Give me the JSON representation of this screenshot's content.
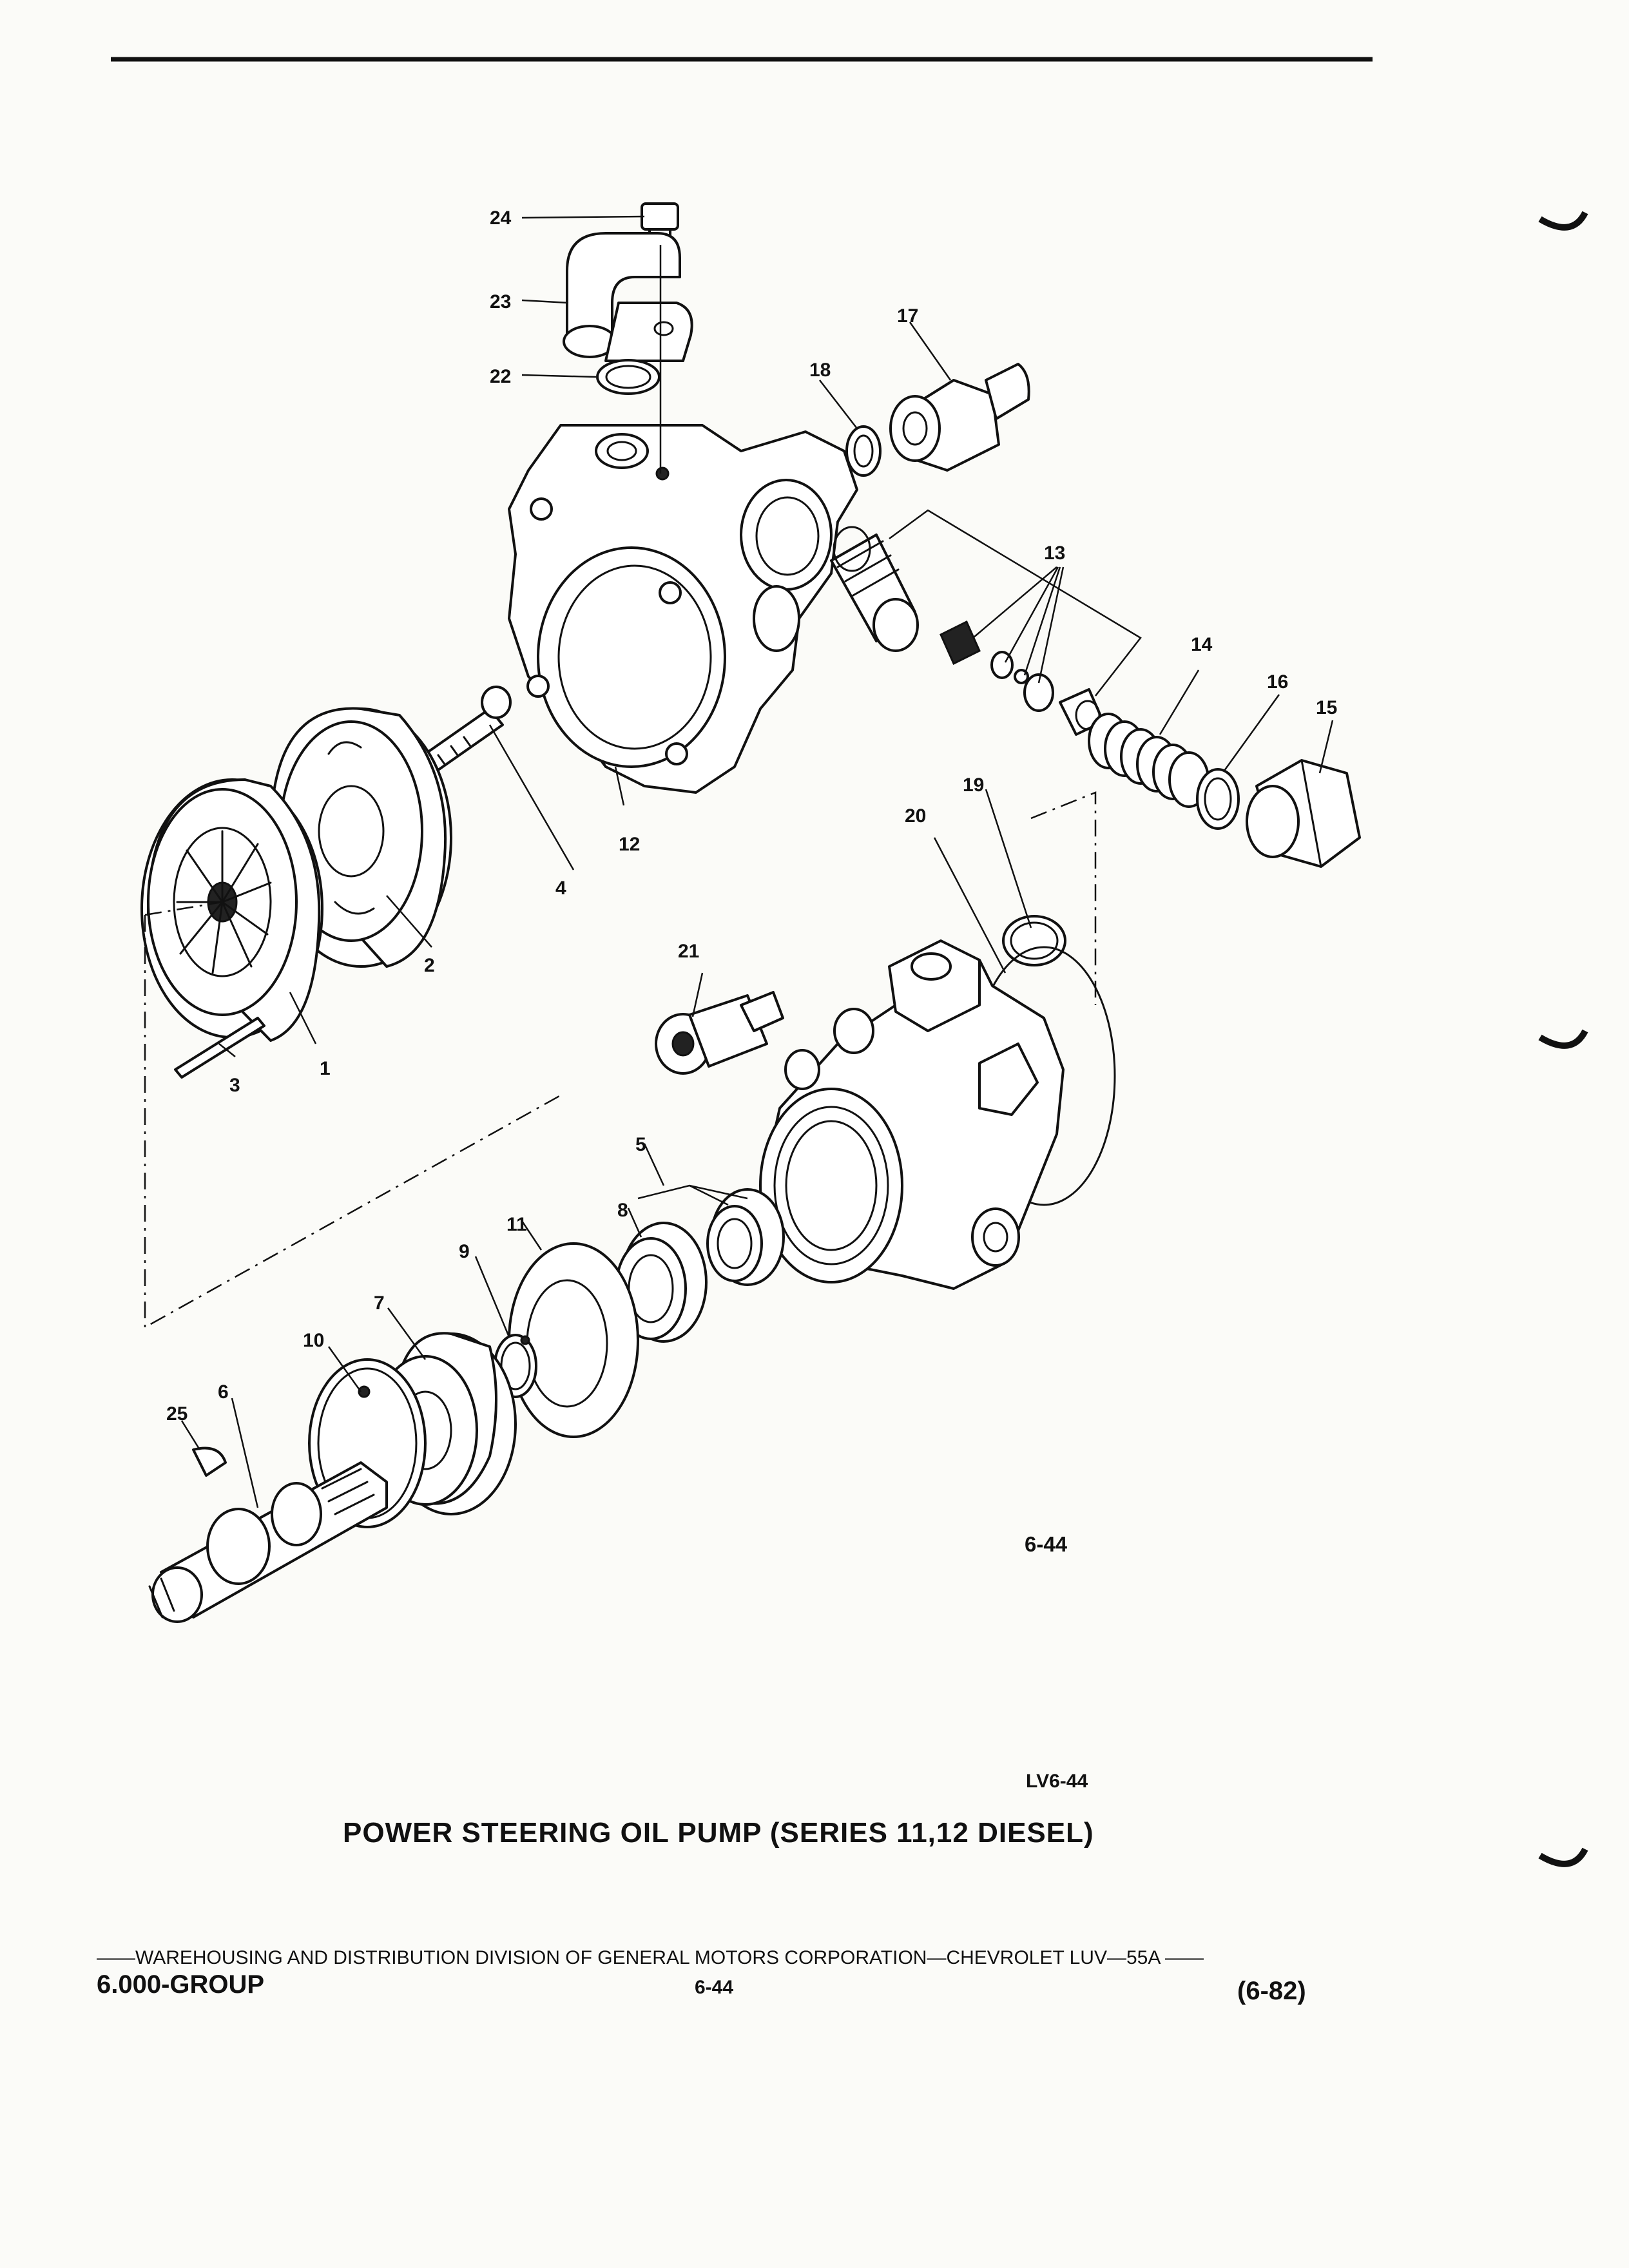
{
  "labels": {
    "l1": "1",
    "l2": "2",
    "l3": "3",
    "l4": "4",
    "l5": "5",
    "l6": "6",
    "l7": "7",
    "l8": "8",
    "l9": "9",
    "l10": "10",
    "l11": "11",
    "l12": "12",
    "l13": "13",
    "l14": "14",
    "l15": "15",
    "l16": "16",
    "l17": "17",
    "l18": "18",
    "l19": "19",
    "l20": "20",
    "l21": "21",
    "l22": "22",
    "l23": "23",
    "l24": "24",
    "l25": "25"
  },
  "figure_code": "6-44",
  "reference_code": "LV6-44",
  "title": "POWER STEERING OIL PUMP (SERIES 11,12 DIESEL)",
  "footer": {
    "division_line": "——WAREHOUSING AND DISTRIBUTION DIVISION OF GENERAL MOTORS CORPORATION—CHEVROLET LUV—55A ——",
    "group": "6.000-GROUP",
    "page": "6-44",
    "date": "(6-82)"
  }
}
